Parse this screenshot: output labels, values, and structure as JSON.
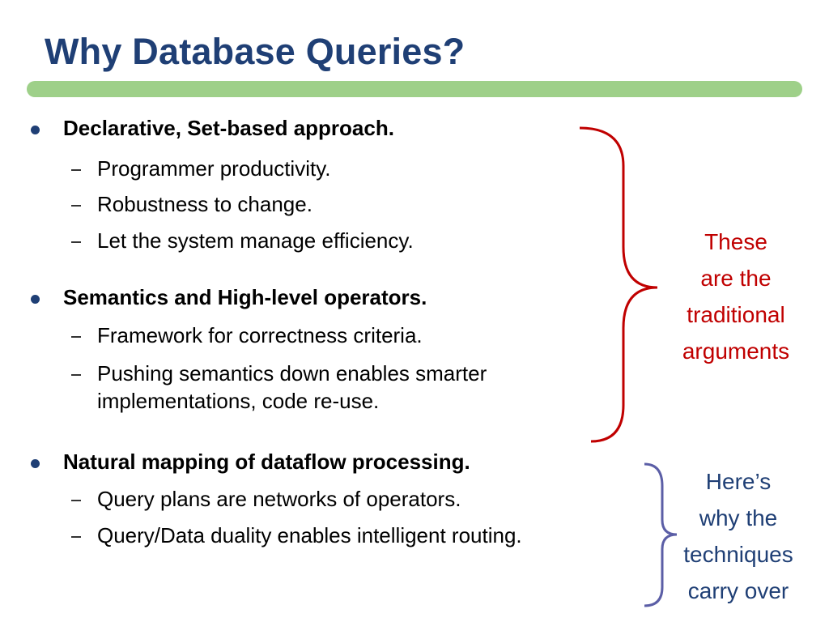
{
  "slide": {
    "title": "Why Database Queries?",
    "colors": {
      "title": "#1f3f75",
      "accent_bar": "#9ed089",
      "red_note": "#c00000",
      "blue_note": "#1f3f75"
    }
  },
  "bullets": [
    {
      "text": "Declarative, Set-based approach.",
      "subs": [
        "Programmer productivity.",
        "Robustness to change.",
        "Let the system manage efficiency."
      ]
    },
    {
      "text": "Semantics and High-level operators.",
      "subs": [
        "Framework for correctness criteria.",
        "Pushing semantics down enables smarter",
        "implementations, code re-use."
      ]
    },
    {
      "text": "Natural mapping of dataflow processing.",
      "subs": [
        "Query plans are networks of operators.",
        "Query/Data duality enables intelligent routing."
      ]
    }
  ],
  "notes": {
    "red": [
      "These",
      "are the",
      "traditional",
      "arguments"
    ],
    "blue": [
      "Here’s",
      "why the",
      "techniques",
      "carry over"
    ]
  }
}
